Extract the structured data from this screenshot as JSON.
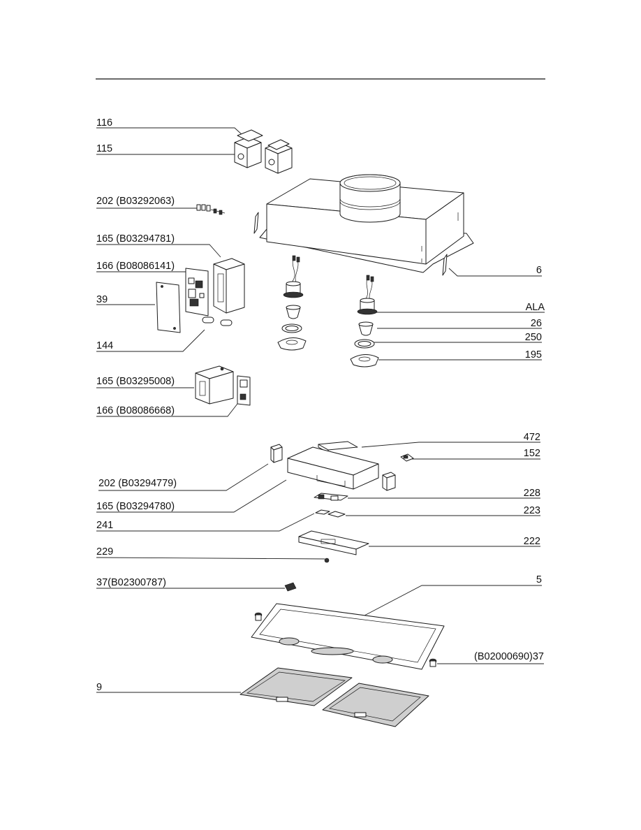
{
  "diagram": {
    "labels": {
      "l116": "116",
      "l115": "115",
      "l202a": "202 (B03292063)",
      "l165a": "165 (B03294781)",
      "l166a": "166 (B08086141)",
      "l39": "39",
      "l144": "144",
      "l165b": "165 (B03295008)",
      "l166b": "166 (B08086668)",
      "l202b": "202 (B03294779)",
      "l165c": "165 (B03294780)",
      "l241": "241",
      "l229": "229",
      "l37a": "37(B02300787)",
      "l9": "9",
      "l6": "6",
      "lALA": "ALA",
      "l26": "26",
      "l250": "250",
      "l195": "195",
      "l472": "472",
      "l152": "152",
      "l228": "228",
      "l223": "223",
      "l222": "222",
      "l5": "5",
      "l37b": "(B02000690)37"
    }
  }
}
